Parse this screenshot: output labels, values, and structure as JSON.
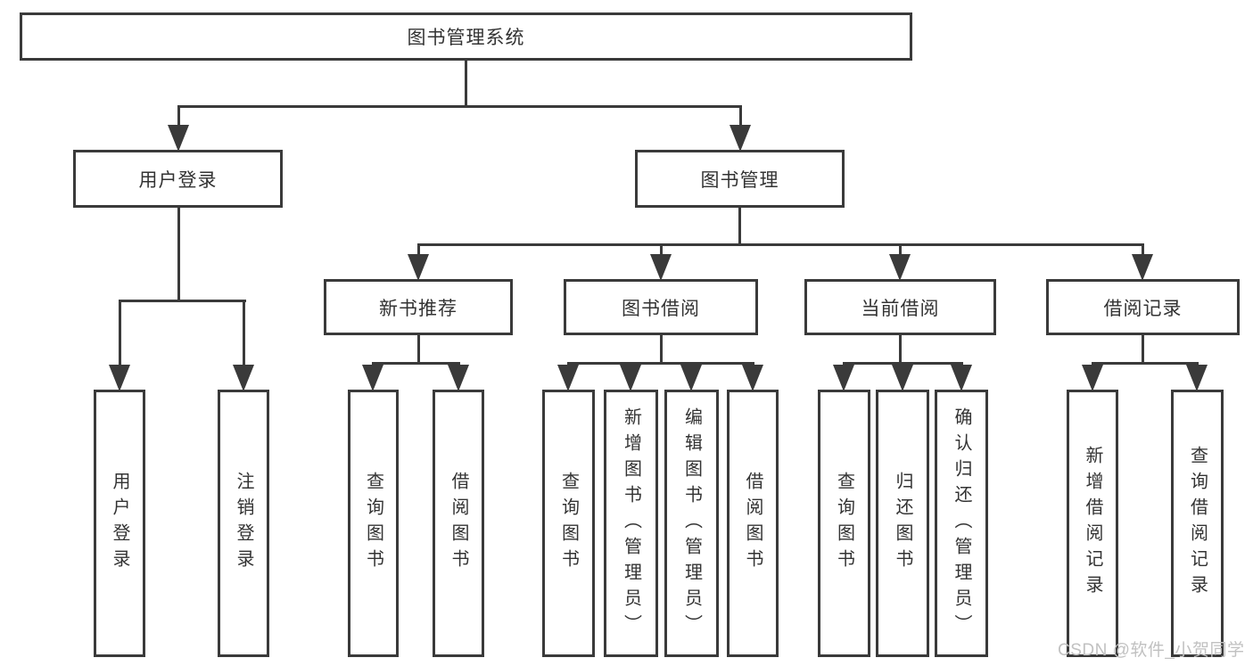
{
  "colors": {
    "line": "#3a3a3a",
    "box_fill": "#ffffff",
    "label_text": "#333333",
    "watermark_text": "#c1c1c1"
  },
  "watermark": {
    "text": "CSDN @软件_小贺同学"
  },
  "tree": {
    "label": "图书管理系统",
    "children": [
      {
        "label": "用户登录",
        "children": [
          {
            "label": "用户登录"
          },
          {
            "label": "注销登录"
          }
        ]
      },
      {
        "label": "图书管理",
        "children": [
          {
            "label": "新书推荐",
            "children": [
              {
                "label": "查询图书"
              },
              {
                "label": "借阅图书"
              }
            ]
          },
          {
            "label": "图书借阅",
            "children": [
              {
                "label": "查询图书"
              },
              {
                "label": "新增图书（管理员）"
              },
              {
                "label": "编辑图书（管理员）"
              },
              {
                "label": "借阅图书"
              }
            ]
          },
          {
            "label": "当前借阅",
            "children": [
              {
                "label": "查询图书"
              },
              {
                "label": "归还图书"
              },
              {
                "label": "确认归还（管理员）"
              }
            ]
          },
          {
            "label": "借阅记录",
            "children": [
              {
                "label": "新增借阅记录"
              },
              {
                "label": "查询借阅记录"
              }
            ]
          }
        ]
      }
    ]
  }
}
